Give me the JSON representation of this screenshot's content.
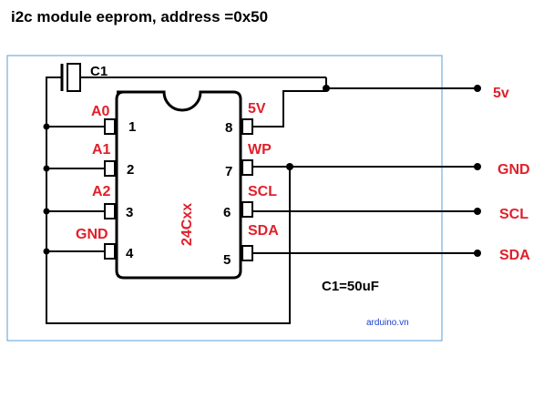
{
  "title": "i2c module eeprom, address =0x50",
  "capacitor": {
    "name": "C1",
    "value_label": "C1=50uF"
  },
  "chip": {
    "part": "24Cxx"
  },
  "left_pins": [
    {
      "number": "1",
      "label": "A0"
    },
    {
      "number": "2",
      "label": "A1"
    },
    {
      "number": "3",
      "label": "A2"
    },
    {
      "number": "4",
      "label": "GND"
    }
  ],
  "right_pins": [
    {
      "number": "8",
      "label": "5V"
    },
    {
      "number": "7",
      "label": "WP"
    },
    {
      "number": "6",
      "label": "SCL"
    },
    {
      "number": "5",
      "label": "SDA"
    }
  ],
  "terminals": [
    "5v",
    "GND",
    "SCL",
    "SDA"
  ],
  "watermark": "arduino.vn",
  "colors": {
    "label_red": "#e0202b",
    "board_outline": "#5a9fd4",
    "wire": "#000000"
  }
}
